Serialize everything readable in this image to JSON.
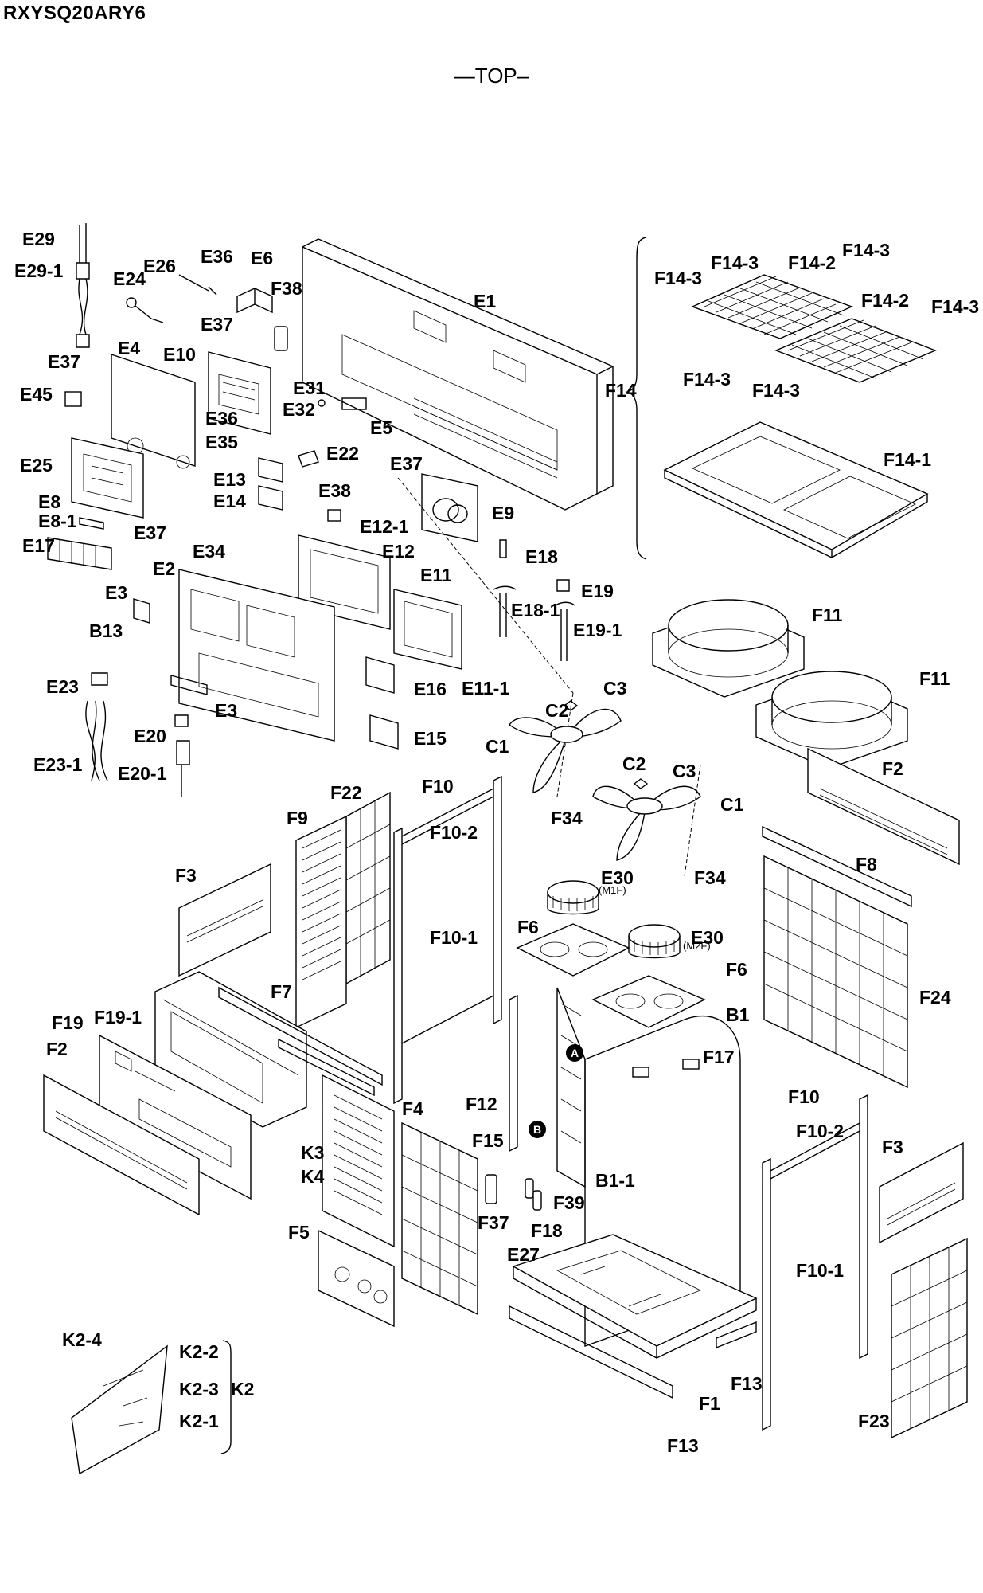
{
  "model": "RXYSQ20ARY6",
  "view_title": "—TOP–",
  "labels": [
    "E29",
    "E29-1",
    "E24",
    "E26",
    "E36",
    "E6",
    "F38",
    "E1",
    "E37",
    "E4",
    "E10",
    "E37",
    "E45",
    "E31",
    "E32",
    "E5",
    "E36",
    "E35",
    "E25",
    "E22",
    "E37",
    "E13",
    "E14",
    "E38",
    "E9",
    "E8",
    "E8-1",
    "E17",
    "E37",
    "E12-1",
    "E12",
    "E34",
    "E2",
    "E3",
    "B13",
    "E11",
    "E18",
    "E18-1",
    "E19",
    "E19-1",
    "E16",
    "E11-1",
    "E23",
    "E3",
    "E20",
    "E20-1",
    "E23-1",
    "E15",
    "F14-3",
    "F14-3",
    "F14-2",
    "F14-3",
    "F14-2",
    "F14-3",
    "F14",
    "F14-3",
    "F14-3",
    "F14-1",
    "F11",
    "F11",
    "C3",
    "C2",
    "C1",
    "C2",
    "C3",
    "C1",
    "F2",
    "F22",
    "F10",
    "F9",
    "F10-2",
    "F34",
    "E30",
    "F34",
    "F8",
    "F3",
    "F10-1",
    "F6",
    "E30",
    "F6",
    "B1",
    "F24",
    "F7",
    "F19",
    "F19-1",
    "F2",
    "F17",
    "F10",
    "F4",
    "F12",
    "F10-2",
    "F3",
    "K3",
    "K4",
    "F15",
    "B1-1",
    "F39",
    "F37",
    "F18",
    "F5",
    "E27",
    "F10-1",
    "F13",
    "K2-4",
    "K2-2",
    "K2-3",
    "K2",
    "K2-1",
    "F1",
    "F13",
    "F23"
  ],
  "sublabels": [
    "(M1F)",
    "(M2F)"
  ],
  "markers": [
    "A",
    "B"
  ]
}
